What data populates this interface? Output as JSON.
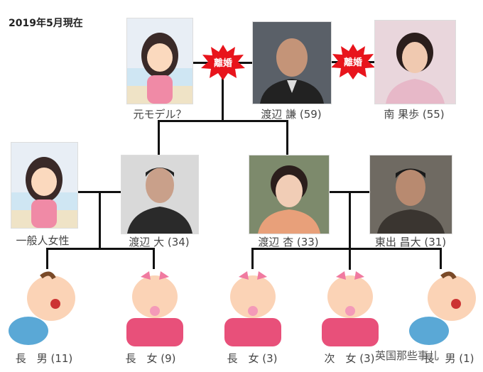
{
  "title": "2019年5月現在",
  "divorce_label": "離婚",
  "colors": {
    "divorce_burst": "#e8141c",
    "line": "#111111"
  },
  "people": {
    "former_model": {
      "label": "元モデル？",
      "image": "illustration-woman"
    },
    "ken": {
      "label": "渡辺 謙 (59)",
      "image": "photo-man"
    },
    "kaho": {
      "label": "南 果歩 (55)",
      "image": "photo-woman"
    },
    "ordinary_woman": {
      "label": "一般人女性",
      "image": "illustration-woman"
    },
    "dai": {
      "label": "渡辺 大 (34)",
      "image": "photo-man"
    },
    "anne": {
      "label": "渡辺 杏 (33)",
      "image": "photo-woman"
    },
    "masahiro": {
      "label": "東出 昌大 (31)",
      "image": "photo-man"
    }
  },
  "children": [
    {
      "label": "長　男 (11)",
      "image": "baby-boy"
    },
    {
      "label": "長　女 (9)",
      "image": "baby-girl"
    },
    {
      "label": "長　女 (3)",
      "image": "baby-girl"
    },
    {
      "label": "次　女 (3)",
      "image": "baby-girl"
    },
    {
      "label": "長　男 (1)",
      "image": "baby-boy"
    }
  ],
  "watermark": "英国那些事儿"
}
